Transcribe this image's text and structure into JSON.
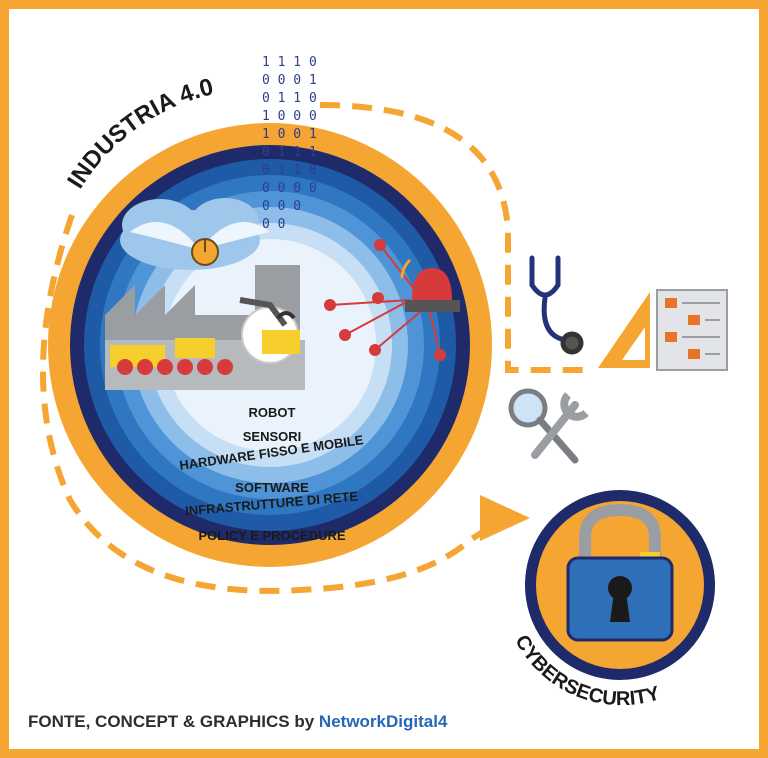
{
  "title": "INDUSTRIA 4.0",
  "layers": [
    "ROBOT",
    "SENSORI",
    "HARDWARE FISSO E MOBILE",
    "SOFTWARE",
    "INFRASTRUTTURE DI RETE",
    "POLICY E PROCEDURE"
  ],
  "binary": [
    "1 1 1 0",
    "0 0 0 1",
    "0 1 1 0",
    "1 0 0 0",
    "1 0 0 1",
    "0 1 1 1",
    "0 1 1 0",
    "0 0 0 0",
    "0 0 0",
    "0 0"
  ],
  "cyber_label": "CYBERSECURITY",
  "credit": {
    "text": "FONTE, CONCEPT & GRAPHICS by ",
    "brand": "NetworkDigital4"
  },
  "colors": {
    "orange": "#f5a531",
    "navy": "#1f2a6b",
    "blue": "#2f6fb8"
  },
  "icons": [
    "cloud-wings-icon",
    "factory-icon",
    "robot-arm-icon",
    "alarm-light-icon",
    "stethoscope-icon",
    "set-square-icon",
    "checklist-icon",
    "magnifier-icon",
    "wrench-icon",
    "padlock-icon"
  ]
}
